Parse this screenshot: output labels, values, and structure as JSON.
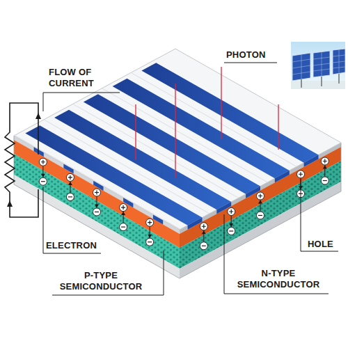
{
  "diagram": {
    "labels": [
      "FLOW OF CURRENT",
      "PHOTON",
      "ELECTRON",
      "HOLE",
      "P-TYPE SEMICONDUCTOR",
      "N-TYPE SEMICONDUCTOR"
    ]
  }
}
